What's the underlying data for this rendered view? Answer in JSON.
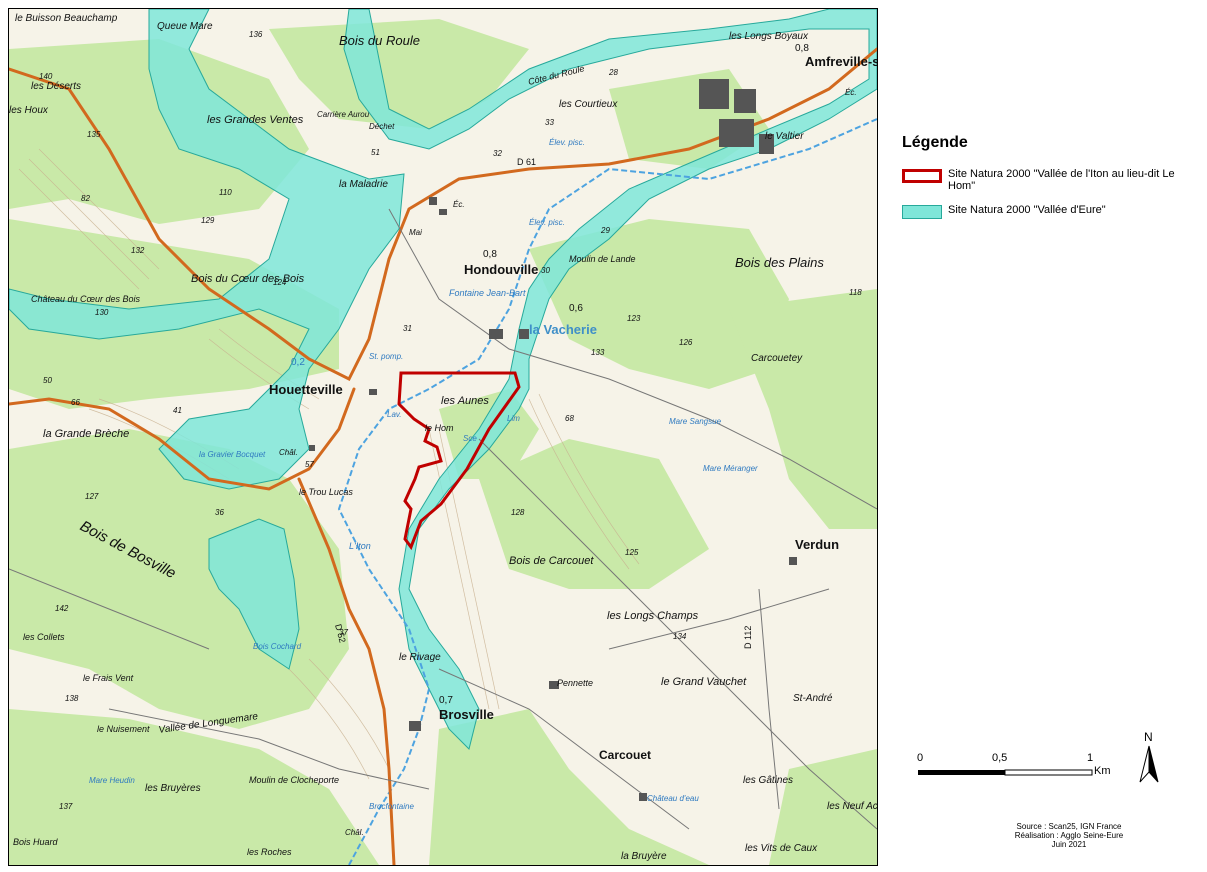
{
  "legend": {
    "title": "Légende",
    "items": [
      {
        "label": "Site Natura 2000 \"Vallée de l'Iton au lieu-dit Le Hom\"",
        "color": "#c00000"
      },
      {
        "label": "Site Natura 2000 \"Vallée d'Eure\"",
        "color": "#7fe6d9"
      }
    ]
  },
  "scale": {
    "tick0": "0",
    "tick1": "0,5",
    "tick2": "1",
    "unit": "Km"
  },
  "north": "N",
  "credits": {
    "source": "Source : Scan25, IGN France",
    "author": "Réalisation : Agglo Seine-Eure",
    "date": "Juin 2021"
  },
  "map": {
    "towns": [
      "Amfreville-sur-Iton",
      "Hondouville",
      "la Vacherie",
      "Houetteville",
      "Verdun",
      "Brosville",
      "Carcouet"
    ],
    "places": [
      "le Buisson Beauchamp",
      "Queue Mare",
      "Bois du Roule",
      "les Longs Boyaux",
      "les Déserts",
      "les Houx",
      "les Grandes Ventes",
      "les Courtieux",
      "le Valtier",
      "la Maladrie",
      "Bois du Cœur des Bois",
      "Château du Cœur des Bois",
      "Fontaine Jean-Bart",
      "Moulin de Lande",
      "Bois des Plains",
      "Carcouetey",
      "les Aunes",
      "le Hom",
      "la Grande Brèche",
      "Bois de Bosville",
      "le Trou Lucas",
      "Bois de Carcouet",
      "les Longs Champs",
      "le Grand Vauchet",
      "St-André",
      "le Rivage",
      "Pennette",
      "les Collets",
      "le Frais Vent",
      "le Nuisement",
      "Vallée de Longuemare",
      "les Bruyères",
      "Moulin de Clocheporte",
      "les Roches",
      "Bois Huard",
      "les Gâtines",
      "les Neuf Acres",
      "les Vits de Caux",
      "la Bruyère",
      "Mare Sangsue",
      "Mare Méranger",
      "Mare Heudin",
      "Bois Cochard",
      "la Gravier Bocquet",
      "L'Iton",
      "Côte du Roule"
    ],
    "roads": [
      "D 61",
      "D 52",
      "D 112"
    ],
    "elevations": [
      "136",
      "140",
      "135",
      "82",
      "110",
      "129",
      "132",
      "124",
      "130",
      "50",
      "66",
      "41",
      "127",
      "36",
      "57",
      "37",
      "142",
      "138",
      "137",
      "31",
      "32",
      "33",
      "28",
      "29",
      "30",
      "51",
      "123",
      "126",
      "133",
      "68",
      "128",
      "125",
      "134",
      "118"
    ],
    "spots": [
      "0,8",
      "0,8",
      "0,6",
      "0,2",
      "0,7"
    ],
    "facilities": [
      "Carrière Aurou",
      "Déchet",
      "Élev. pisc.",
      "Élev. pisc.",
      "St. pomp.",
      "Lav.",
      "Sce",
      "Châl.",
      "Éc.",
      "Éc.",
      "Mai",
      "Lim",
      "Château d'eau",
      "Brocfontaine",
      "Châl."
    ]
  },
  "colors": {
    "natura_iton": "#c00000",
    "natura_eure": "#7fe6d9",
    "forest": "#c8e8a5",
    "river": "#4da3e0",
    "road": "#d2691e"
  }
}
